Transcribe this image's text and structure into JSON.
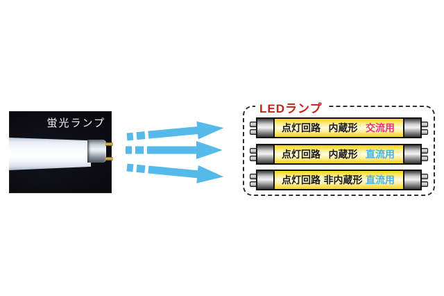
{
  "figure": {
    "fluorescent": {
      "label": "蛍光ランプ"
    },
    "arrows": {
      "color": "#55b9ea",
      "count": 3
    },
    "led": {
      "title": "LEDランプ",
      "title_color": "#c0241a",
      "tubes": [
        {
          "circuit": "点灯回路",
          "form": "内蔵形",
          "use": "交流用",
          "use_color": "#ee3181"
        },
        {
          "circuit": "点灯回路",
          "form": "内蔵形",
          "use": "直流用",
          "use_color": "#49b4e9"
        },
        {
          "circuit": "点灯回路",
          "form": "非内蔵形",
          "use": "直流用",
          "use_color": "#49b4e9"
        }
      ]
    }
  }
}
